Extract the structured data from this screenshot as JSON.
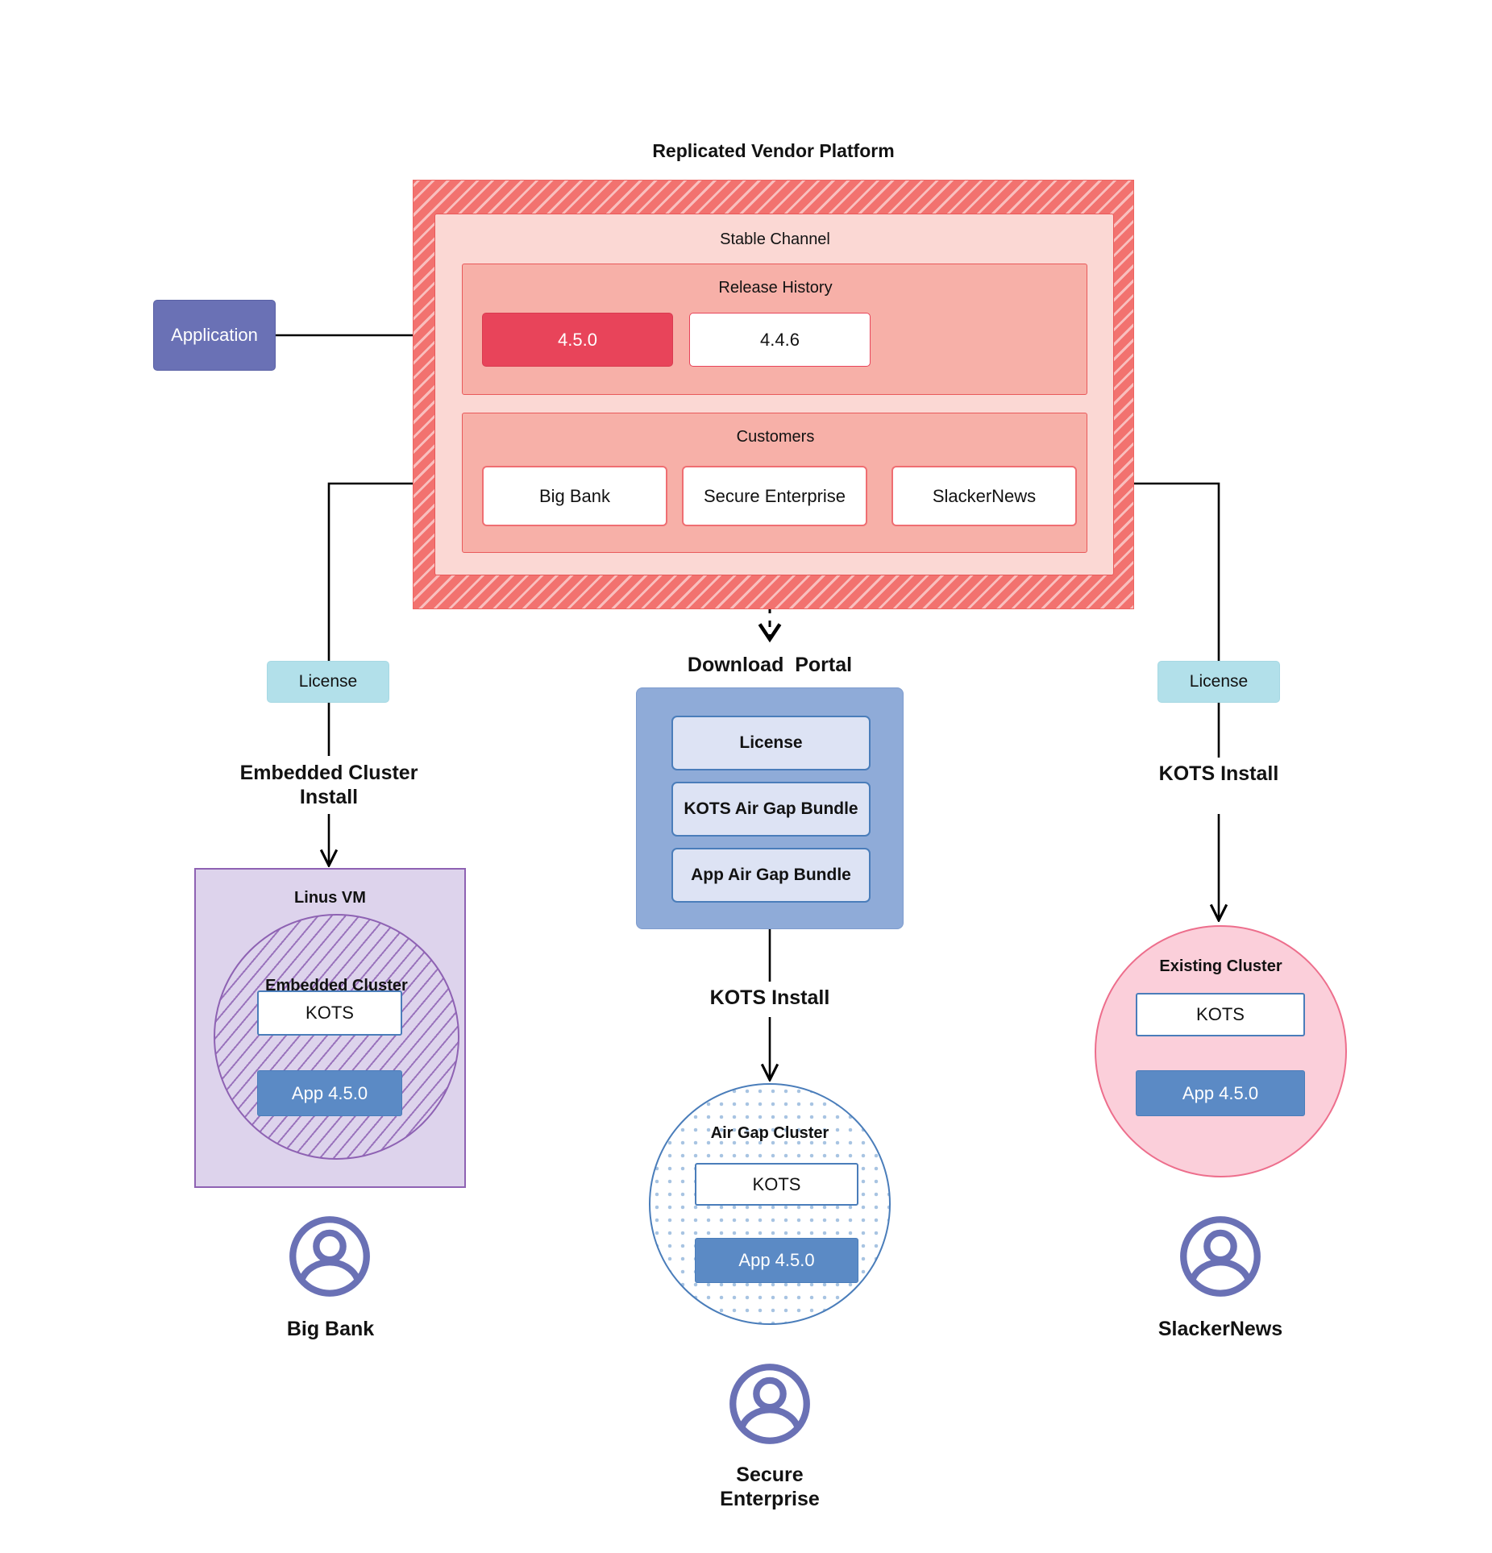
{
  "diagram": {
    "title": "Replicated Vendor Platform"
  },
  "application": {
    "label": "Application"
  },
  "platform": {
    "title": "Replicated Vendor Platform",
    "channel": {
      "label": "Stable Channel"
    },
    "release_history": {
      "label": "Release History",
      "releases": [
        {
          "version": "4.5.0",
          "state": "current"
        },
        {
          "version": "4.4.6",
          "state": "previous"
        }
      ]
    },
    "customers": {
      "label": "Customers",
      "items": [
        {
          "name": "Big Bank"
        },
        {
          "name": "Secure\nEnterprise"
        },
        {
          "name": "SlackerNews"
        }
      ]
    }
  },
  "paths": {
    "left": {
      "license_label": "License",
      "install_label": "Embedded Cluster\nInstall"
    },
    "middle": {
      "portal_title": "Download  Portal",
      "portal_items": [
        "License",
        "KOTS Air Gap Bundle",
        "App Air Gap Bundle"
      ],
      "install_label": "KOTS Install"
    },
    "right": {
      "license_label": "License",
      "install_label": "KOTS Install"
    }
  },
  "targets": {
    "left": {
      "host_label": "Linus VM",
      "cluster_label": "Embedded Cluster",
      "kots_label": "KOTS",
      "app_label": "App 4.5.0",
      "customer_label": "Big Bank"
    },
    "middle": {
      "cluster_label": "Air Gap Cluster",
      "kots_label": "KOTS",
      "app_label": "App 4.5.0",
      "customer_label": "Secure\nEnterprise"
    },
    "right": {
      "cluster_label": "Existing Cluster",
      "kots_label": "KOTS",
      "app_label": "App 4.5.0",
      "customer_label": "SlackerNews"
    }
  },
  "colors": {
    "platform_hatch": "#f2726f",
    "channel_fill": "#fbd8d4",
    "band_fill": "#f7b0a8",
    "release_current": "#e8445a",
    "application_fill": "#6a71b5",
    "license_fill": "#b2e0ea",
    "portal_fill": "#8fabd8",
    "portal_item_fill": "#dde3f4",
    "app_fill": "#5b8ac5",
    "vm_fill": "#ddd3ec",
    "vm_stroke": "#8e62b3",
    "existing_fill": "#fbcfda",
    "existing_stroke": "#ed6e8c",
    "avatar": "#6a71b5"
  }
}
